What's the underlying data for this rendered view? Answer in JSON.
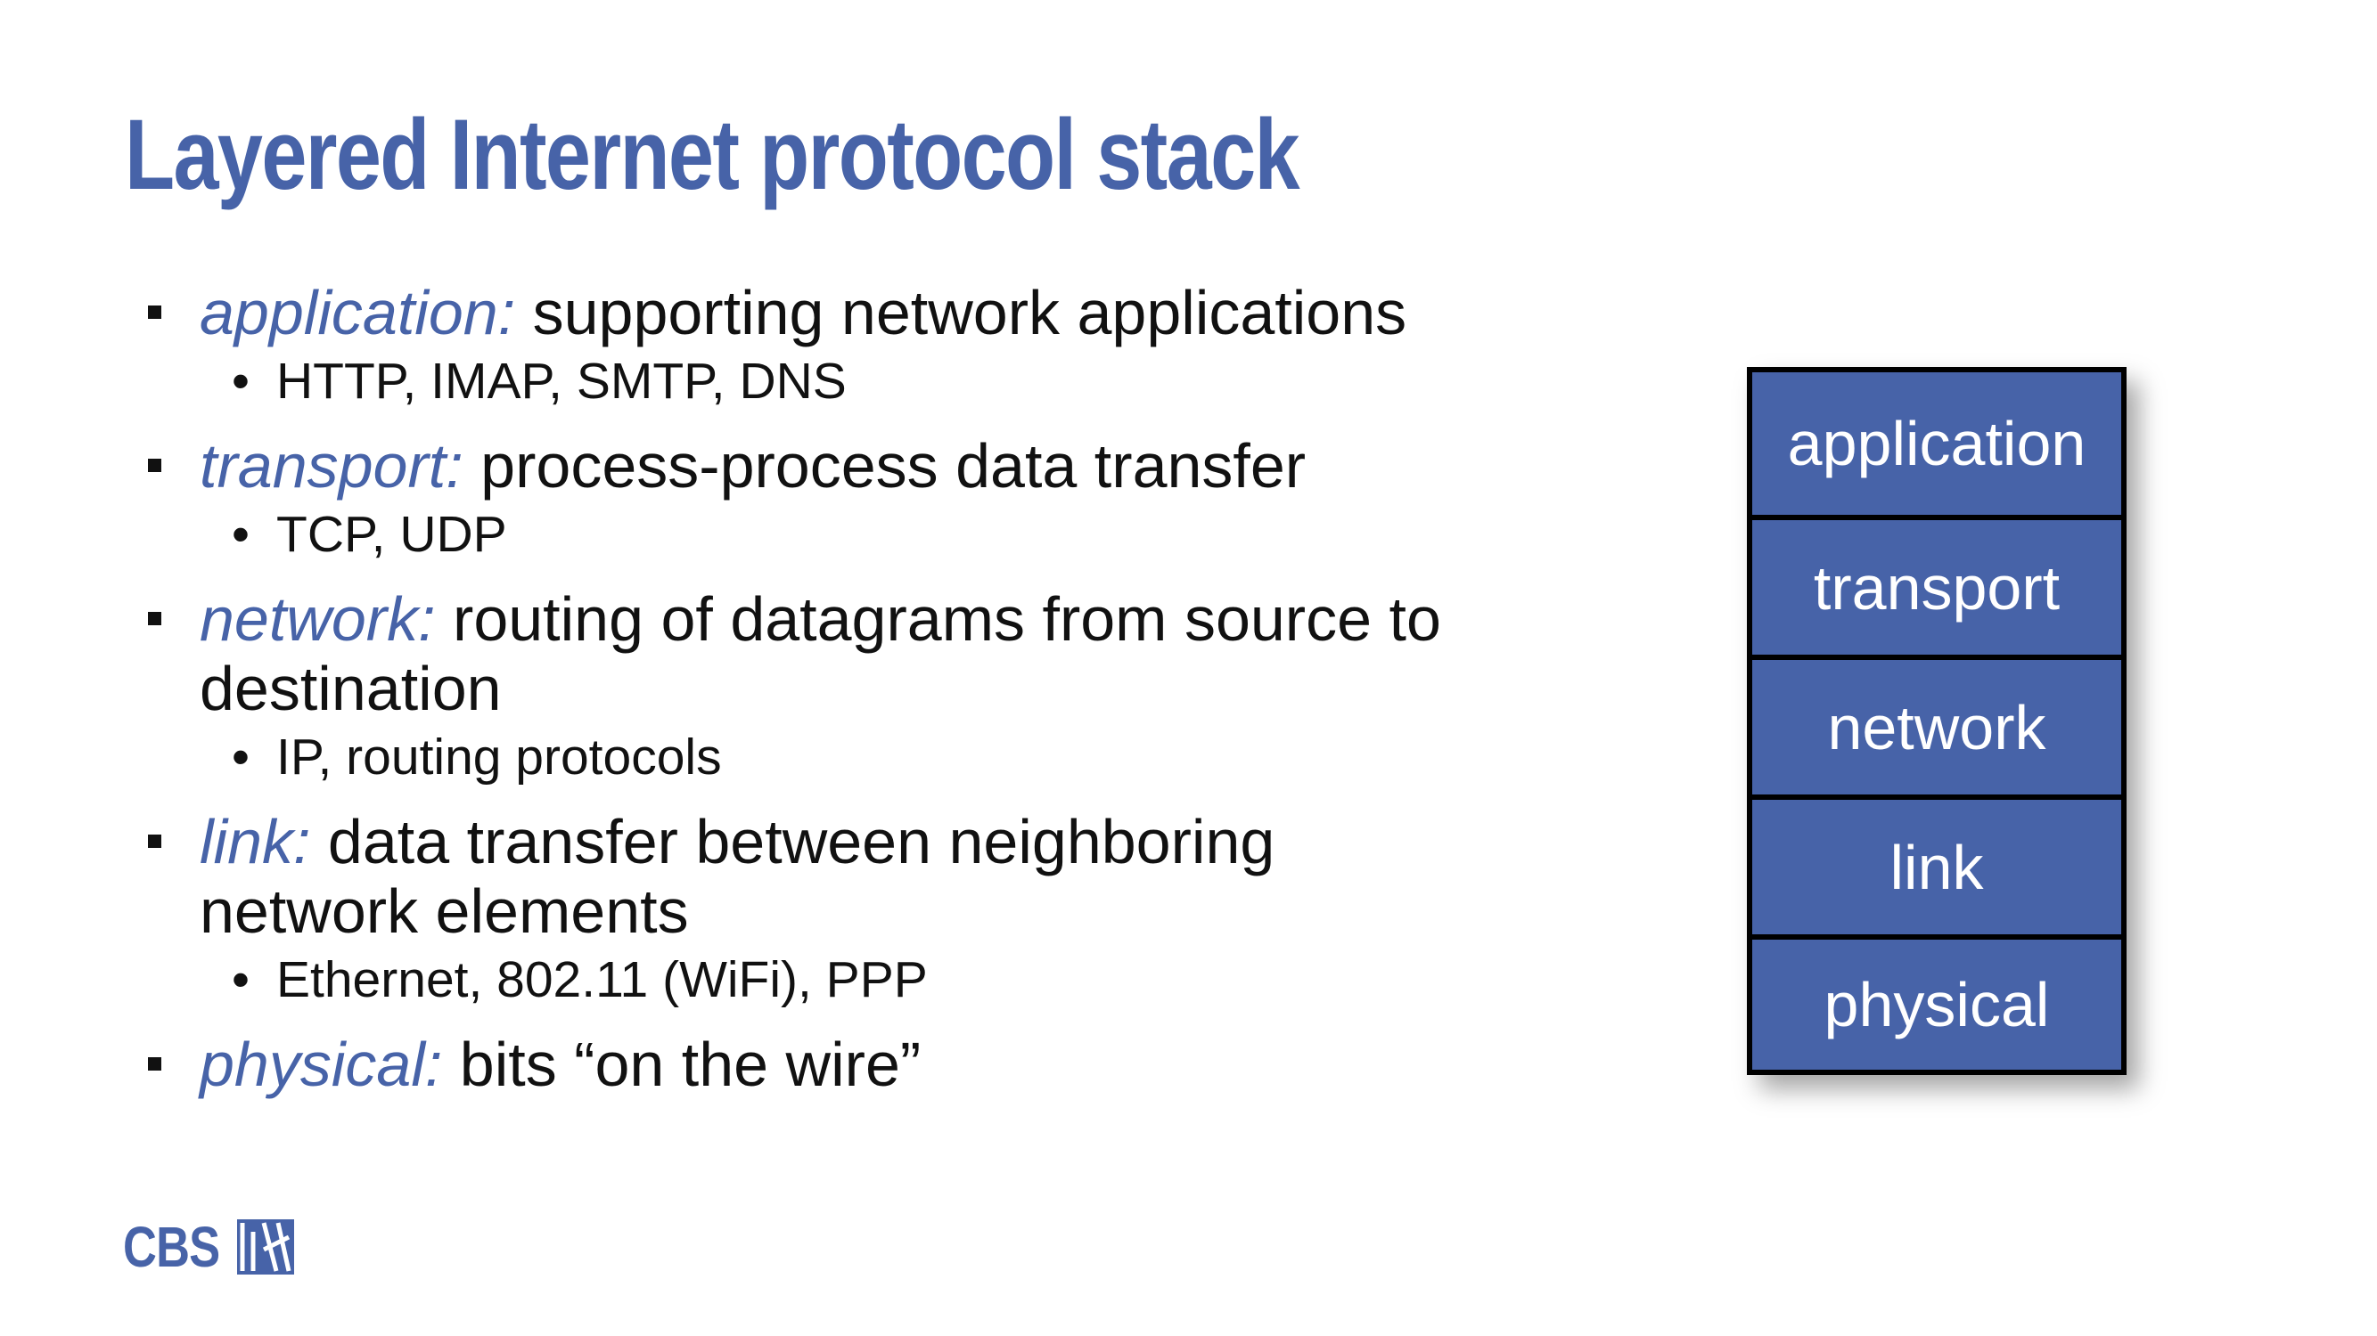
{
  "title": "Layered Internet protocol stack",
  "bullets": [
    {
      "term": "application:",
      "text": " supporting network applications",
      "sub": "HTTP, IMAP, SMTP, DNS"
    },
    {
      "term": "transport:",
      "text": " process-process data transfer",
      "sub": "TCP, UDP"
    },
    {
      "term": "network:",
      "text": " routing of datagrams from source to destination",
      "sub": "IP, routing protocols"
    },
    {
      "term": "link:",
      "text": " data transfer between neighboring network elements",
      "sub": "Ethernet, 802.11 (WiFi), PPP"
    },
    {
      "term": "physical:",
      "text": " bits “on the wire”"
    }
  ],
  "stack": {
    "layers": [
      "application",
      "transport",
      "network",
      "link",
      "physical"
    ],
    "fill_color": "#4763a8"
  },
  "logo": {
    "text": "CBS",
    "icon": "cbs-logo-mark-icon"
  },
  "colors": {
    "accent": "#4763a8",
    "text": "#111111"
  }
}
